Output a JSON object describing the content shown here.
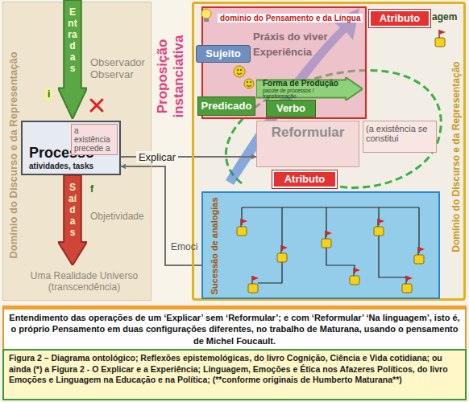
{
  "diagram": {
    "caption": "Figura 2 – Diagrama ontológico; Reflexões epistemológicas, do livro Cognição, Ciência e Vida cotidiana; ou ainda (*) a Figura 2 - O Explicar e a Experiência; Linguagem, Emoções e Ética nos Afazeres Políticos, do livro Emoções e Linguagem na Educação e na Política; (**conforme originais de Humberto Maturana**)",
    "nodes": [
      {
        "text": [
          "Domínio do Discurso e da Representação"
        ]
      },
      {
        "text": [
          "Entradas"
        ],
        "in": 0
      },
      {
        "text": [
          "Processo",
          "atividades, tasks"
        ],
        "in": 0
      },
      {
        "text": [
          "a existência precede a"
        ],
        "in": 2
      },
      {
        "text": [
          "Saídas"
        ],
        "in": 0
      },
      {
        "text": [
          "Domínio do Discurso e da Representação"
        ]
      },
      {
        "text": [
          "domínio do Pensamento e da Língua",
          "Práxis do viver",
          "Experiência"
        ],
        "in": 5
      },
      {
        "text": [
          "Atributo"
        ],
        "in": 5
      },
      {
        "text": [
          "Sujeito"
        ],
        "in": 5
      },
      {
        "text": [
          "Forma de Produção",
          "pacote de processos / transformação"
        ],
        "in": 5
      },
      {
        "text": [
          "Predicado"
        ],
        "in": 5
      },
      {
        "text": [
          "Verbo"
        ],
        "in": 5
      },
      {
        "text": [
          "Reformular"
        ],
        "in": 5
      },
      {
        "text": [
          "(a existência se constitui"
        ],
        "in": 5
      },
      {
        "text": [
          "Atributo"
        ],
        "in": 5
      },
      {
        "text": [
          "Sucessão de analogias"
        ],
        "in": 5
      },
      {
        "text": [
          "Entendimento das operações de um ‘Explicar’ sem ‘Reformular’; e com ‘Reformular’ ‘Na linguagem’, isto é, o próprio Pensamento em duas configurações diferentes, no trabalho de Maturana, usando o pensamento de Michel Foucault."
        ]
      }
    ],
    "edges": [
      {
        "from": 2,
        "to": 12,
        "label": "Explicar",
        "arrow": "to"
      },
      {
        "from": 15,
        "to": 2,
        "arrow": "to"
      }
    ],
    "labels": [
      "agem",
      "Observador Observar",
      "i",
      "Proposição instanciativa",
      "f",
      "Objetividade",
      "Emoci",
      "Uma Realidade Universo (transcendência)"
    ]
  }
}
